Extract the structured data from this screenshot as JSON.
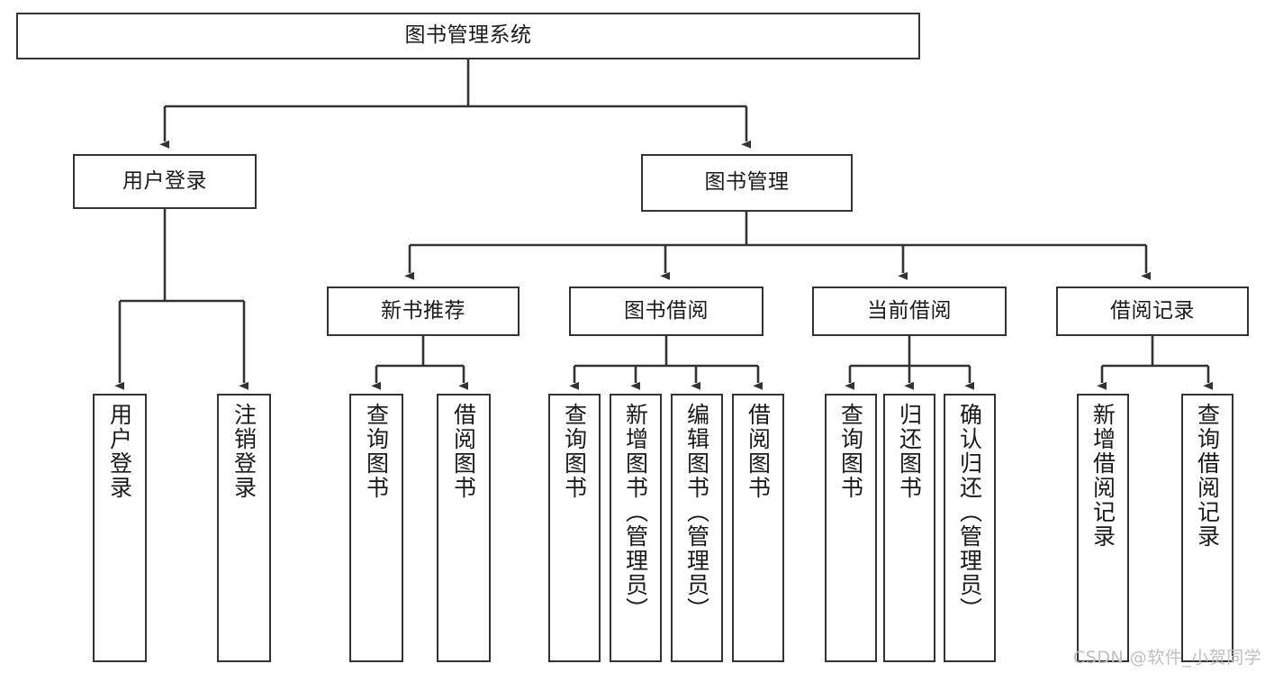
{
  "diagram": {
    "title": "图书管理系统",
    "type": "功能结构图",
    "watermark": "CSDN @软件_小贺同学",
    "colors": {
      "box_border": "#333333",
      "box_fill": "#ffffff",
      "line": "#333333",
      "text": "#1a1a1a",
      "watermark": "#bfbfbf",
      "background": "#ffffff"
    },
    "nodes": {
      "root": {
        "label": "图书管理系统",
        "orientation": "horizontal"
      },
      "level2": [
        {
          "id": "user_login",
          "label": "用户登录",
          "orientation": "horizontal"
        },
        {
          "id": "book_manage",
          "label": "图书管理",
          "orientation": "horizontal"
        }
      ],
      "level3": [
        {
          "id": "new_book_rec",
          "label": "新书推荐",
          "orientation": "horizontal"
        },
        {
          "id": "book_borrow",
          "label": "图书借阅",
          "orientation": "horizontal"
        },
        {
          "id": "current_borrow",
          "label": "当前借阅",
          "orientation": "horizontal"
        },
        {
          "id": "borrow_record",
          "label": "借阅记录",
          "orientation": "horizontal"
        }
      ],
      "leaves": {
        "user_login": [
          {
            "id": "leaf_user_login",
            "label": "用户登录",
            "orientation": "vertical"
          },
          {
            "id": "leaf_user_logout",
            "label": "注销登录",
            "orientation": "vertical"
          }
        ],
        "new_book_rec": [
          {
            "id": "leaf_query_book_1",
            "label": "查询图书",
            "orientation": "vertical"
          },
          {
            "id": "leaf_borrow_book_1",
            "label": "借阅图书",
            "orientation": "vertical"
          }
        ],
        "book_borrow": [
          {
            "id": "leaf_query_book_2",
            "label": "查询图书",
            "orientation": "vertical"
          },
          {
            "id": "leaf_add_book",
            "label": "新增图书（管理员）",
            "orientation": "vertical"
          },
          {
            "id": "leaf_edit_book",
            "label": "编辑图书（管理员）",
            "orientation": "vertical"
          },
          {
            "id": "leaf_borrow_book_2",
            "label": "借阅图书",
            "orientation": "vertical"
          }
        ],
        "current_borrow": [
          {
            "id": "leaf_query_book_3",
            "label": "查询图书",
            "orientation": "vertical"
          },
          {
            "id": "leaf_return_book",
            "label": "归还图书",
            "orientation": "vertical"
          },
          {
            "id": "leaf_confirm_return",
            "label": "确认归还（管理员）",
            "orientation": "vertical"
          }
        ],
        "borrow_record": [
          {
            "id": "leaf_add_record",
            "label": "新增借阅记录",
            "orientation": "vertical"
          },
          {
            "id": "leaf_query_record",
            "label": "查询借阅记录",
            "orientation": "vertical"
          }
        ]
      }
    }
  }
}
